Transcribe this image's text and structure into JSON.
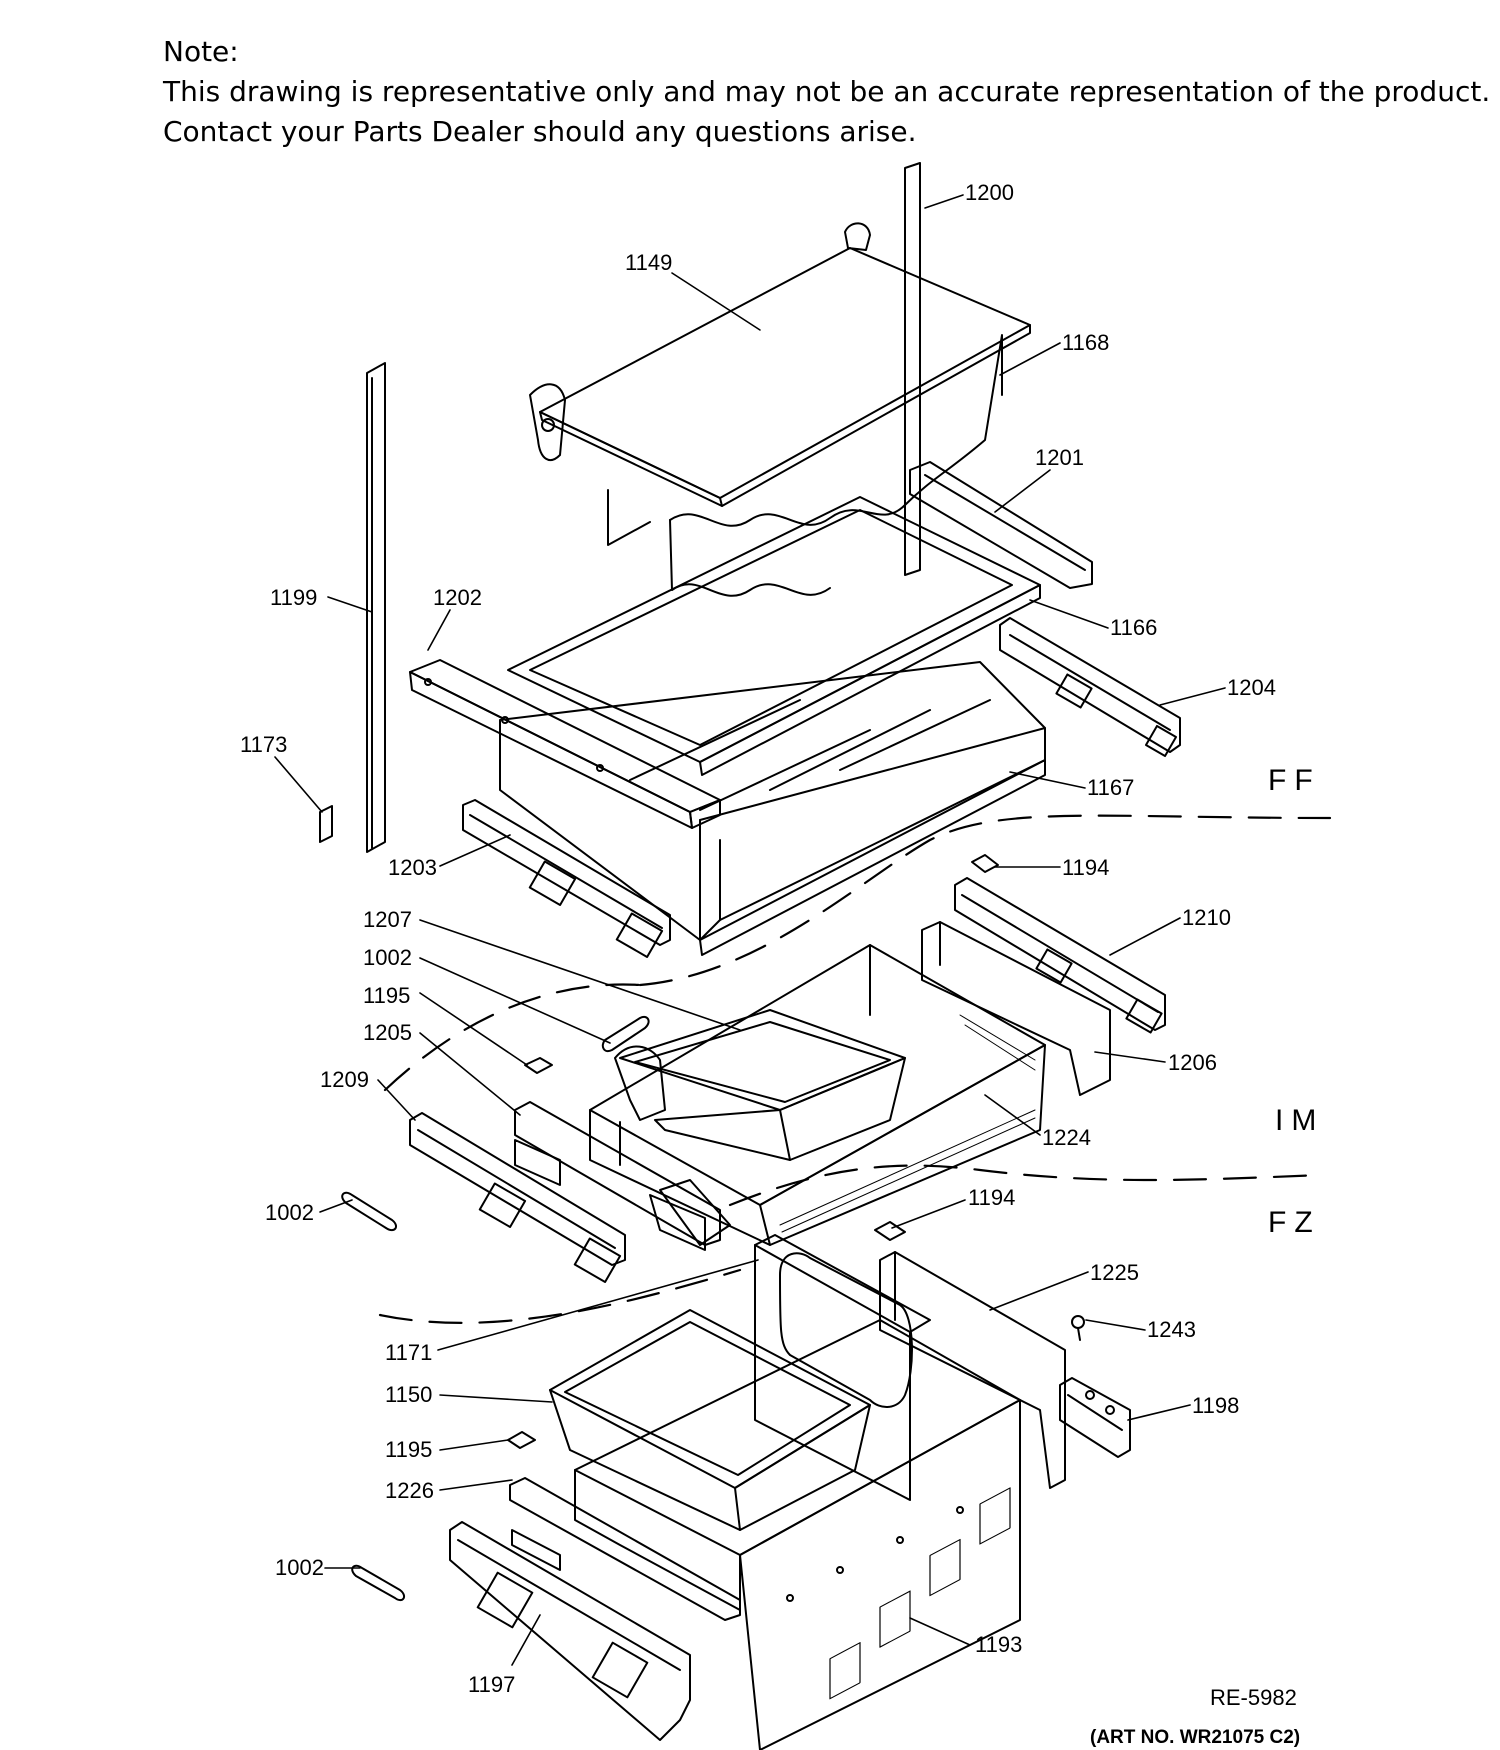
{
  "note": {
    "heading": "Note:",
    "line1": "This drawing is representative only and may not be an accurate representation of the product.",
    "line2": "Contact your Parts Dealer should any questions arise."
  },
  "zones": {
    "ff": "FF",
    "im": "IM",
    "fz": "FZ"
  },
  "parts": {
    "p1200": "1200",
    "p1149": "1149",
    "p1168": "1168",
    "p1201": "1201",
    "p1199": "1199",
    "p1202": "1202",
    "p1166": "1166",
    "p1204": "1204",
    "p1173": "1173",
    "p1167": "1167",
    "p1203": "1203",
    "p1194a": "1194",
    "p1207": "1207",
    "p1210": "1210",
    "p1002a": "1002",
    "p1195a": "1195",
    "p1205": "1205",
    "p1206": "1206",
    "p1209": "1209",
    "p1224": "1224",
    "p1002b": "1002",
    "p1194b": "1194",
    "p1225": "1225",
    "p1243": "1243",
    "p1171": "1171",
    "p1150": "1150",
    "p1198": "1198",
    "p1195b": "1195",
    "p1226": "1226",
    "p1002c": "1002",
    "p1193": "1193",
    "p1197": "1197"
  },
  "reference_code": "RE-5982",
  "art_number": "(ART NO. WR21075 C2)"
}
